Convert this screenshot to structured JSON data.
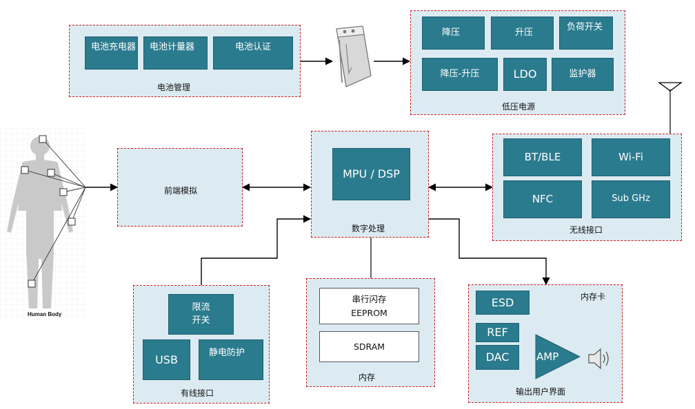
{
  "battery_mgmt": {
    "caption": "电池管理",
    "charger": "电池充电器",
    "gauge": "电池计量器",
    "auth": "电池认证"
  },
  "low_voltage_supply": {
    "caption": "低压电源",
    "buck": "降压",
    "boost": "升压",
    "load_switch": "负荷开关",
    "buck_boost": "降压-升压",
    "ldo": "LDO",
    "supervisor": "监护器"
  },
  "analog_front_end": {
    "caption": "前端模拟"
  },
  "digital_processing": {
    "caption": "数字处理",
    "mpu": "MPU / DSP"
  },
  "wireless": {
    "caption": "无线接口",
    "bt": "BT/BLE",
    "wifi": "Wi-Fi",
    "nfc": "NFC",
    "subghz": "Sub GHz"
  },
  "wired": {
    "caption": "有线接口",
    "current_limit": "限流\n开关",
    "usb": "USB",
    "esd": "静电防护"
  },
  "memory": {
    "caption": "内存",
    "flash": "串行闪存\nEEPROM",
    "sdram": "SDRAM"
  },
  "output_ui": {
    "caption": "输出用户界面",
    "esd": "ESD",
    "memory_card": "内存卡",
    "ref": "REF",
    "dac": "DAC",
    "amp": "AMP"
  },
  "human_body": {
    "label": "Human Body"
  },
  "icons": {
    "battery": "battery-icon",
    "antenna": "antenna-icon",
    "speaker": "speaker-icon",
    "body": "human-body-icon"
  }
}
